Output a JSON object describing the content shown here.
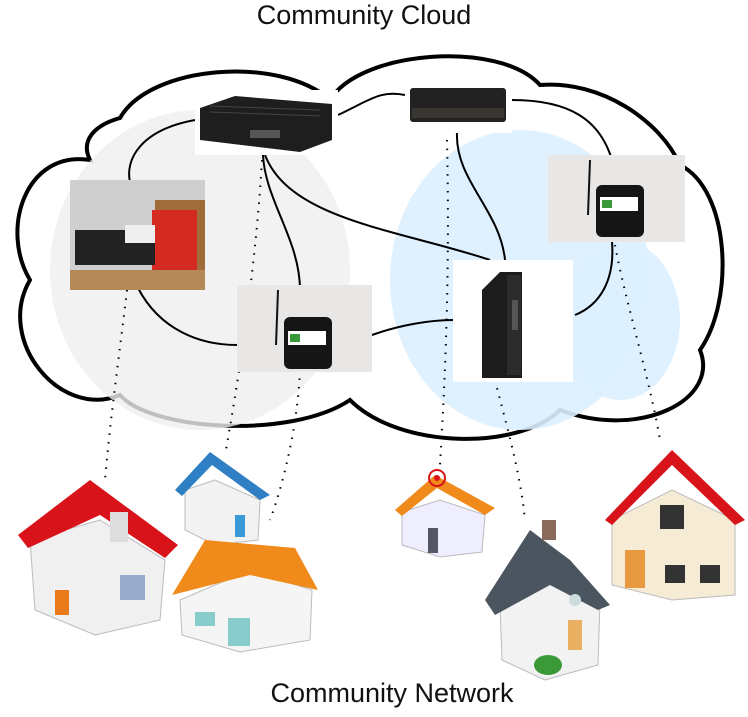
{
  "title": "Community Cloud",
  "footer": "Community Network",
  "nodes": [
    "mini-pc-fanless",
    "mini-pc-small",
    "home-server-shelf",
    "router-right",
    "router-middle",
    "desktop-tower"
  ],
  "houses": [
    "red-roof-house",
    "blue-roof-house",
    "orange-house",
    "wifi-house",
    "gray-roof-house",
    "tall-red-roof-house"
  ],
  "colors": {
    "cloud_outline": "#000000",
    "cloud_fill": "#ffffff",
    "gray_cloud": "#efefef",
    "blue_cloud": "#dcefff",
    "roof_red": "#d8141a",
    "roof_blue": "#2f7fc4",
    "roof_orange": "#f08a1a",
    "roof_gray": "#4a5560"
  }
}
